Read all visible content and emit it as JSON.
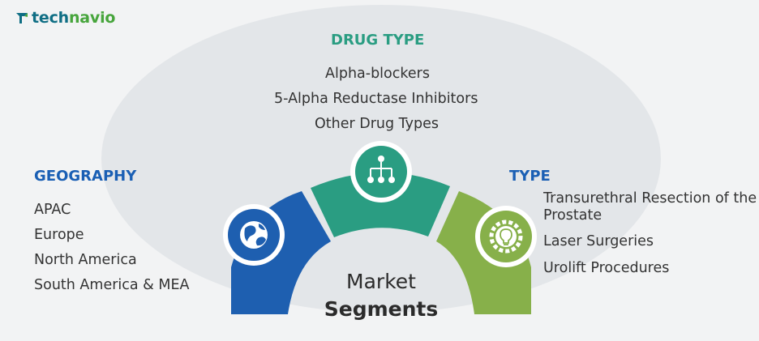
{
  "brand": {
    "logo_text_a": "tech",
    "logo_text_b": "navio",
    "icon": "technavio-leaf-icon"
  },
  "center": {
    "line1": "Market",
    "line2": "Segments"
  },
  "segments": {
    "drug_type": {
      "title": "DRUG TYPE",
      "items": [
        "Alpha-blockers",
        "5-Alpha Reductase Inhibitors",
        "Other Drug Types"
      ],
      "icon": "hierarchy-icon",
      "color": "#2a9d82"
    },
    "geography": {
      "title": "GEOGRAPHY",
      "items": [
        "APAC",
        "Europe",
        "North America",
        "South America & MEA"
      ],
      "icon": "globe-icon",
      "color": "#1e5fb0"
    },
    "type": {
      "title": "TYPE",
      "items": [
        "Transurethral Resection of the",
        "Prostate",
        "Laser Surgeries",
        "Urolift Procedures"
      ],
      "icon": "lightbulb-gear-icon",
      "color": "#87b04a"
    }
  },
  "colors": {
    "background": "#f2f3f4",
    "ellipse": "#e3e6e9",
    "heading_blue": "#1a5fb4",
    "heading_green": "#2a9d82",
    "text": "#333333"
  }
}
